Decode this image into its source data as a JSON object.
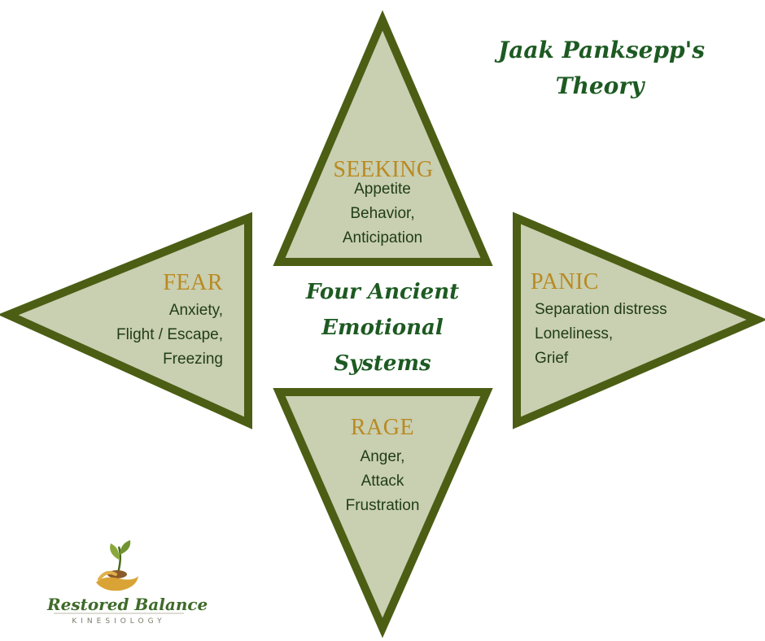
{
  "colors": {
    "triangle_fill": "#c9cfb1",
    "triangle_stroke": "#4b5e14",
    "system_title": "#b98a21",
    "item_text": "#1f3d16",
    "script_text": "#1d5a22"
  },
  "header": {
    "line1": "Jaak Panksepp's",
    "line2": "Theory"
  },
  "center": {
    "line1": "Four Ancient",
    "line2": "Emotional",
    "line3": "Systems"
  },
  "systems": {
    "seeking": {
      "title": "SEEKING",
      "items": [
        "Appetite",
        "Behavior,",
        "Anticipation"
      ]
    },
    "fear": {
      "title": "FEAR",
      "items": [
        "Anxiety,",
        "Flight / Escape,",
        "Freezing"
      ]
    },
    "panic": {
      "title": "PANIC",
      "items": [
        "Separation distress",
        "Loneliness,",
        "Grief"
      ]
    },
    "rage": {
      "title": "RAGE",
      "items": [
        "Anger,",
        "Attack",
        "Frustration"
      ]
    }
  },
  "logo": {
    "name": "Restored Balance",
    "subtitle": "KINESIOLOGY",
    "icon": "hand-with-sprout-icon"
  }
}
